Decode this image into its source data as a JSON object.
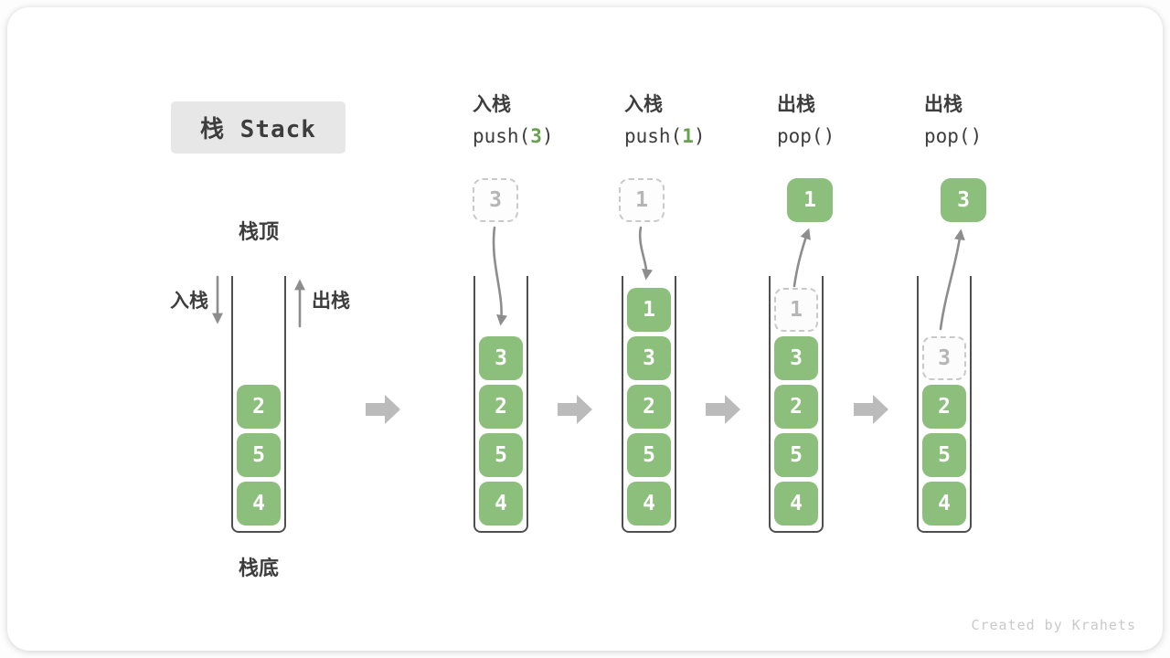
{
  "title_badge": "栈 Stack",
  "watermark": "Created by Krahets",
  "labels": {
    "stack_top": "栈顶",
    "stack_bottom": "栈底",
    "push": "入栈",
    "pop": "出栈"
  },
  "colors": {
    "cell_green": "#8CBE7C",
    "code_green": "#67A24E",
    "arrow_gray": "#8D8D8D",
    "block_arrow_gray": "#BBBBBB"
  },
  "columns": [
    {
      "id": "initial",
      "cells": [
        {
          "value": "2"
        },
        {
          "value": "5"
        },
        {
          "value": "4"
        }
      ]
    },
    {
      "id": "push-3",
      "header": {
        "op": "入栈",
        "code_pre": "push(",
        "code_arg": "3",
        "code_post": ")"
      },
      "floating": {
        "value": "3",
        "style": "dashed"
      },
      "cells": [
        {
          "value": "3"
        },
        {
          "value": "2"
        },
        {
          "value": "5"
        },
        {
          "value": "4"
        }
      ]
    },
    {
      "id": "push-1",
      "header": {
        "op": "入栈",
        "code_pre": "push(",
        "code_arg": "1",
        "code_post": ")"
      },
      "floating": {
        "value": "1",
        "style": "dashed"
      },
      "cells": [
        {
          "value": "1"
        },
        {
          "value": "3"
        },
        {
          "value": "2"
        },
        {
          "value": "5"
        },
        {
          "value": "4"
        }
      ]
    },
    {
      "id": "pop-1",
      "header": {
        "op": "出栈",
        "code_pre": "pop(",
        "code_arg": "",
        "code_post": ")"
      },
      "floating": {
        "value": "1",
        "style": "solid"
      },
      "cells": [
        {
          "value": "1",
          "ghost": true
        },
        {
          "value": "3"
        },
        {
          "value": "2"
        },
        {
          "value": "5"
        },
        {
          "value": "4"
        }
      ]
    },
    {
      "id": "pop-3",
      "header": {
        "op": "出栈",
        "code_pre": "pop(",
        "code_arg": "",
        "code_post": ")"
      },
      "floating": {
        "value": "3",
        "style": "solid"
      },
      "cells": [
        {
          "value": "3",
          "ghost": true
        },
        {
          "value": "2"
        },
        {
          "value": "5"
        },
        {
          "value": "4"
        }
      ]
    }
  ]
}
